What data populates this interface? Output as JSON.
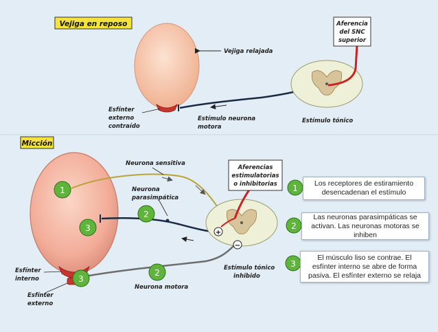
{
  "sections": {
    "rest_title": "Vejiga en reposo",
    "micturition_title": "Micción"
  },
  "labels": {
    "vejiga_relajada": "Vejiga relajada",
    "esfinter_contraido": [
      "Esfínter",
      "externo",
      "contraído"
    ],
    "estimulo_neurona_motora": [
      "Estímulo neurona",
      "motora"
    ],
    "estimulo_tonico": "Estímulo tónico",
    "aferencia_snc": [
      "Aferencia",
      "del SNC",
      "superior"
    ],
    "neurona_sensitiva": "Neurona sensitiva",
    "neurona_parasimpatica": [
      "Neurona",
      "parasimpática"
    ],
    "afferencias_estim": [
      "Aferencias",
      "estimulatorias",
      "o inhibitorias"
    ],
    "estimulo_tonico_inhibido": [
      "Estímulo tónico",
      "inhibido"
    ],
    "esfinter_interno": [
      "Esfínter",
      "interno"
    ],
    "esfinter_externo": [
      "Esfínter",
      "externo"
    ],
    "neurona_motora": "Neurona motora",
    "plus": "+",
    "minus": "−"
  },
  "markers": {
    "m1": "1",
    "m2a": "2",
    "m2b": "2",
    "m3a": "3",
    "m3b": "3"
  },
  "steps": [
    {
      "number": "1",
      "text": "Los receptores de estiramiento desencadenan el estímulo"
    },
    {
      "number": "2",
      "text": "Las neuronas parasimpáticas se activan. Las neuronas motoras se inhiben"
    },
    {
      "number": "3",
      "text": "El músculo liso se contrae. El esfínter interno se abre de forma pasiva. El esfínter externo se relaja"
    }
  ],
  "colors": {
    "background": "#e3edf5",
    "title_fill": "#f5e23a",
    "bladder_rest": "#f7c4a8",
    "bladder_active": "#f3b3a0",
    "marker_green": "#5fb53c",
    "sphincter": "#c8362b",
    "neuron_red": "#cc2222",
    "neuron_dark": "#1b2a44",
    "spinal_fill": "#eef0d8"
  }
}
